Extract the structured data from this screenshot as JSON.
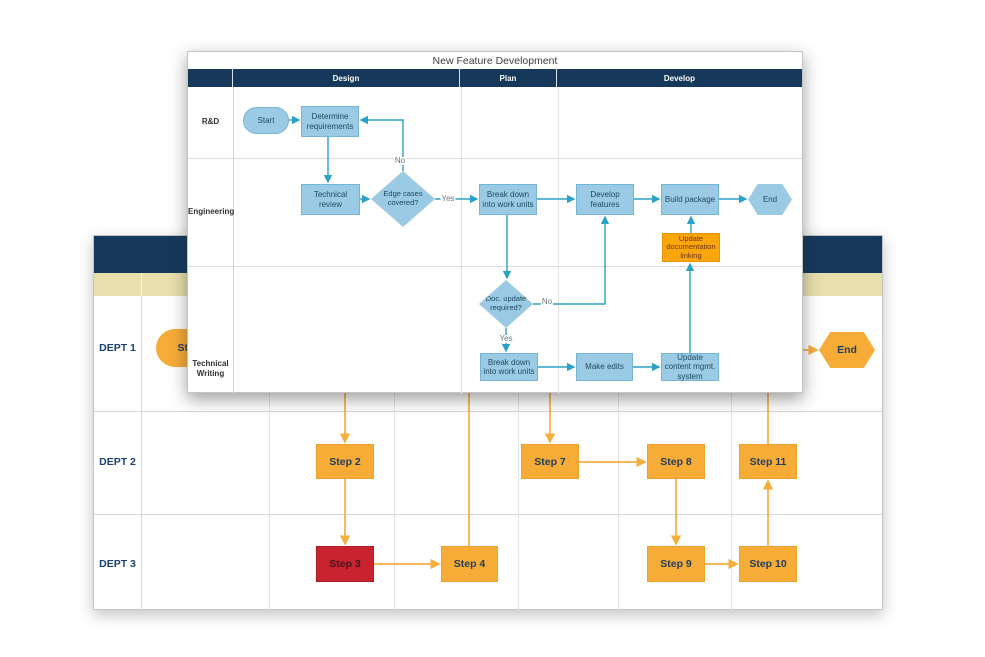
{
  "foreground_diagram": {
    "title": "New Feature Development",
    "column_headers": [
      "Design",
      "Plan",
      "Develop"
    ],
    "lanes": [
      "R&D",
      "Engineering",
      "Technical Writing"
    ],
    "nodes": {
      "start": "Start",
      "determine_requirements": "Determine requirements",
      "technical_review": "Technical review",
      "edge_cases_covered": "Edge cases covered?",
      "break_down_work_units_eng": "Break down into work units",
      "develop_features": "Develop features",
      "build_package": "Build package",
      "end": "End",
      "update_documentation_linking": "Update documentation linking",
      "doc_update_required": "Doc. update required?",
      "break_down_work_units_tw": "Break down into work units",
      "make_edits": "Make edits",
      "update_content_mgmt_system": "Update content mgmt. system"
    },
    "decision_labels": {
      "yes": "Yes",
      "no": "No"
    },
    "edges": [
      {
        "from": "start",
        "to": "determine_requirements"
      },
      {
        "from": "determine_requirements",
        "to": "technical_review"
      },
      {
        "from": "technical_review",
        "to": "edge_cases_covered"
      },
      {
        "from": "edge_cases_covered",
        "to": "break_down_work_units_eng",
        "label": "Yes"
      },
      {
        "from": "edge_cases_covered",
        "to": "determine_requirements",
        "label": "No"
      },
      {
        "from": "break_down_work_units_eng",
        "to": "develop_features"
      },
      {
        "from": "develop_features",
        "to": "build_package"
      },
      {
        "from": "build_package",
        "to": "end"
      },
      {
        "from": "break_down_work_units_eng",
        "to": "doc_update_required"
      },
      {
        "from": "doc_update_required",
        "to": "develop_features",
        "label": "No"
      },
      {
        "from": "doc_update_required",
        "to": "break_down_work_units_tw",
        "label": "Yes"
      },
      {
        "from": "break_down_work_units_tw",
        "to": "make_edits"
      },
      {
        "from": "make_edits",
        "to": "update_content_mgmt_system"
      },
      {
        "from": "update_content_mgmt_system",
        "to": "update_documentation_linking"
      },
      {
        "from": "update_documentation_linking",
        "to": "build_package"
      }
    ],
    "colors": {
      "header": "#16395b",
      "node_fill": "#9bcae4",
      "node_border": "#74b4d6",
      "connector": "#2ba0c9",
      "accent_fill": "#fca60d"
    }
  },
  "background_diagram": {
    "lanes": [
      "DEPT 1",
      "DEPT 2",
      "DEPT 3"
    ],
    "nodes": {
      "start": "Start",
      "end": "End",
      "step2": "Step 2",
      "step3": "Step 3",
      "step4": "Step 4",
      "step7": "Step 7",
      "step8": "Step 8",
      "step9": "Step 9",
      "step10": "Step 10",
      "step11": "Step 11"
    },
    "edges": [
      {
        "from": "hidden",
        "to": "step2"
      },
      {
        "from": "step2",
        "to": "step3"
      },
      {
        "from": "step3",
        "to": "step4"
      },
      {
        "from": "step4",
        "to": "hidden"
      },
      {
        "from": "hidden",
        "to": "step7"
      },
      {
        "from": "step7",
        "to": "step8"
      },
      {
        "from": "step8",
        "to": "step9"
      },
      {
        "from": "step9",
        "to": "step10"
      },
      {
        "from": "step10",
        "to": "step11"
      },
      {
        "from": "step11",
        "to": "end"
      }
    ],
    "colors": {
      "header": "#16395b",
      "subheader": "#e7e0ad",
      "node_fill": "#f8ac38",
      "alert_fill": "#c92330",
      "connector": "#f6ae3f"
    }
  }
}
